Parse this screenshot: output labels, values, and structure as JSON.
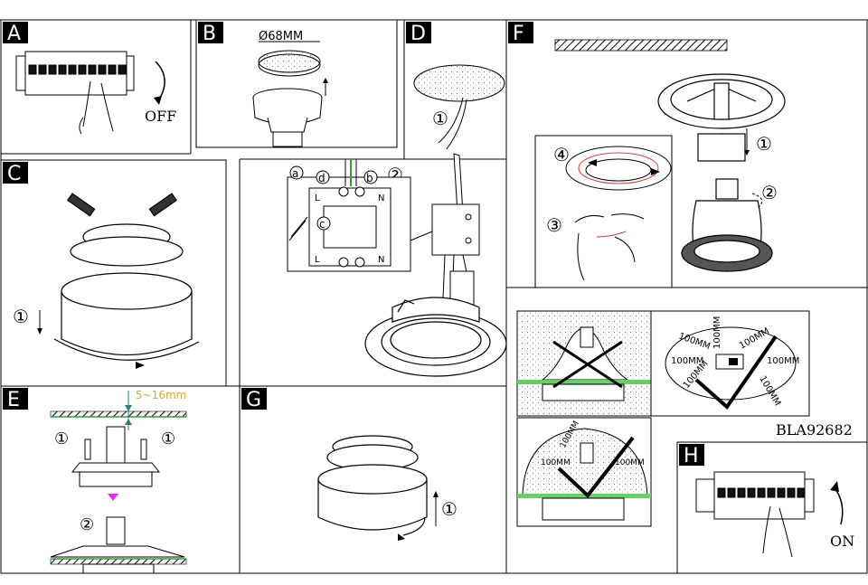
{
  "panels": {
    "A": {
      "label": "A",
      "text": "OFF"
    },
    "B": {
      "label": "B",
      "dimension": "Ø68MM"
    },
    "C": {
      "label": "C",
      "step": "①"
    },
    "D": {
      "label": "D",
      "step1": "①",
      "step2": "②",
      "terminals": {
        "a": "a",
        "b": "b",
        "c": "c",
        "d": "d",
        "L_top": "L",
        "N_top": "N",
        "L_bottom": "L",
        "N_bottom": "N"
      }
    },
    "E": {
      "label": "E",
      "gap": "5~16mm",
      "step1_left": "①",
      "step1_right": "①",
      "step2": "②"
    },
    "F": {
      "label": "F",
      "step1": "①",
      "step2": "②",
      "step3": "③",
      "step4": "④"
    },
    "G": {
      "label": "G",
      "step": "①"
    },
    "H": {
      "label": "H",
      "text": "ON"
    },
    "clearance": {
      "d1": "100MM",
      "d2": "100MM",
      "d3": "100MM",
      "d4": "100MM",
      "d5": "100MM",
      "d6": "100MM",
      "d7": "100MM",
      "e1": "100MM",
      "e2": "100MM",
      "e3": "100MM"
    }
  },
  "model_code": "BLA92682"
}
